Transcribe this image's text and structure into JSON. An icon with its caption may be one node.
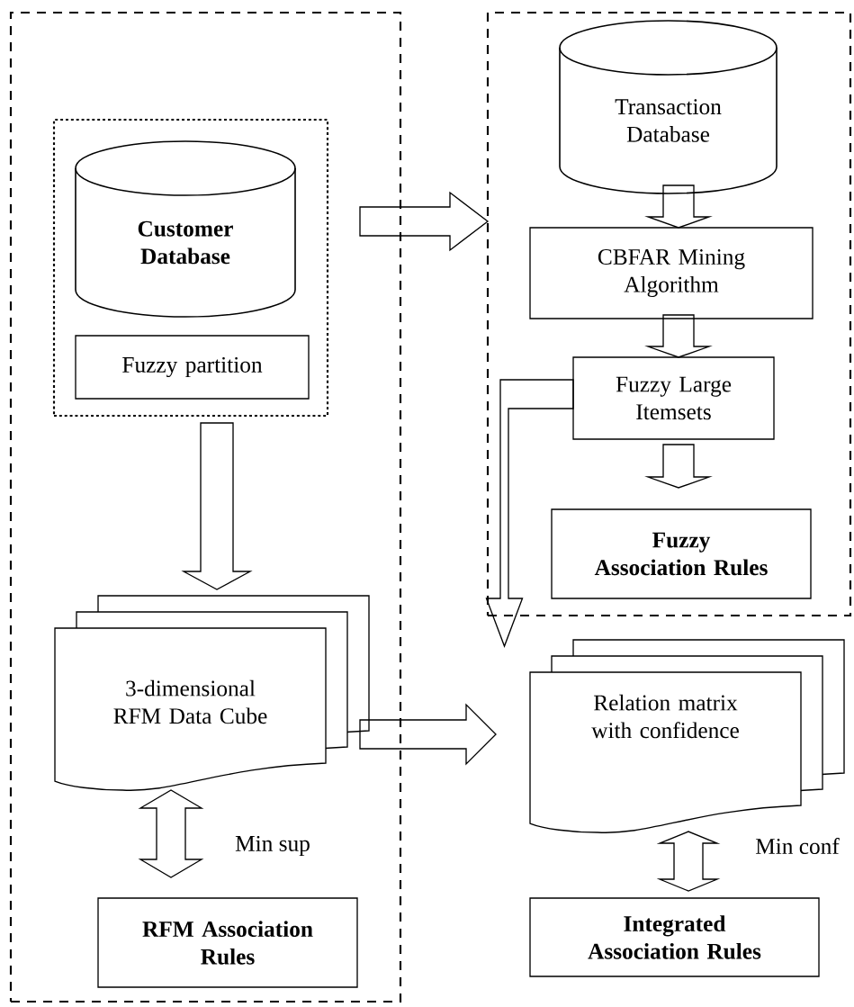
{
  "diagram": {
    "nodes": [
      {
        "text": [],
        "shape": "box"
      },
      {
        "text": [],
        "shape": "box",
        "in": 0
      },
      {
        "text": [
          "Customer Database"
        ],
        "in": 1
      },
      {
        "text": [
          "Fuzzy partition"
        ],
        "in": 1
      },
      {
        "text": [
          "3-dimensional RFM Data Cube"
        ],
        "in": 0
      },
      {
        "text": [
          "RFM Association Rules"
        ],
        "in": 0
      },
      {
        "text": [],
        "shape": "box"
      },
      {
        "text": [
          "Transaction Database"
        ],
        "in": 6
      },
      {
        "text": [
          "CBFAR Mining Algorithm"
        ],
        "in": 6
      },
      {
        "text": [
          "Fuzzy Large Itemsets"
        ],
        "in": 6
      },
      {
        "text": [
          "Fuzzy Association Rules"
        ],
        "in": 6
      },
      {
        "text": [
          "Relation matrix with confidence"
        ]
      },
      {
        "text": [
          "Integrated Association Rules"
        ]
      }
    ],
    "edges": [
      {
        "from": 0,
        "to": 6,
        "arrow": "to"
      },
      {
        "from": 1,
        "to": 4,
        "arrow": "to"
      },
      {
        "from": 7,
        "to": 8,
        "arrow": "to"
      },
      {
        "from": 8,
        "to": 9,
        "arrow": "to"
      },
      {
        "from": 9,
        "to": 10,
        "arrow": "to"
      },
      {
        "from": 9,
        "to": 11,
        "arrow": "to"
      },
      {
        "from": 4,
        "to": 11,
        "arrow": "to"
      },
      {
        "from": 4,
        "to": 5,
        "arrow": "both",
        "label": "Min sup"
      },
      {
        "from": 11,
        "to": 12,
        "arrow": "both",
        "label": "Min conf"
      }
    ]
  }
}
